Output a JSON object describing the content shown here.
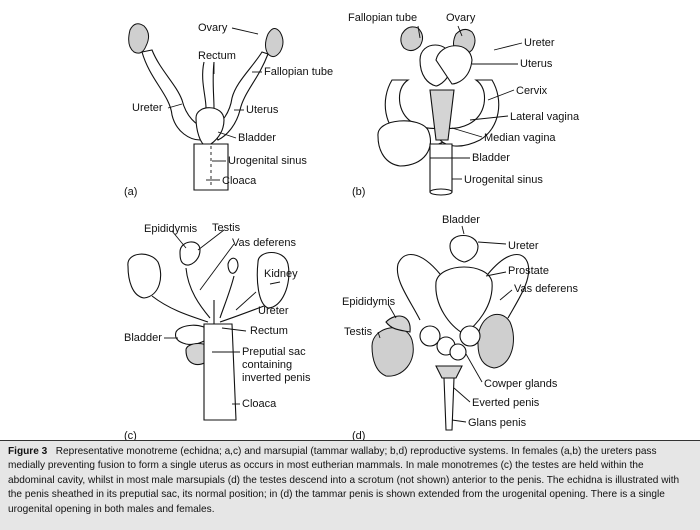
{
  "panels": {
    "a": {
      "tag": "(a)",
      "labels": {
        "ovary": "Ovary",
        "rectum": "Rectum",
        "fallopian_tube": "Fallopian tube",
        "ureter": "Ureter",
        "uterus": "Uterus",
        "bladder": "Bladder",
        "urogenital_sinus": "Urogenital sinus",
        "cloaca": "Cloaca"
      }
    },
    "b": {
      "tag": "(b)",
      "labels": {
        "fallopian_tube": "Fallopian tube",
        "ovary": "Ovary",
        "ureter": "Ureter",
        "uterus": "Uterus",
        "cervix": "Cervix",
        "lateral_vagina": "Lateral vagina",
        "median_vagina": "Median vagina",
        "bladder": "Bladder",
        "urogenital_sinus": "Urogenital sinus"
      }
    },
    "c": {
      "tag": "(c)",
      "labels": {
        "epididymis": "Epididymis",
        "testis": "Testis",
        "vas_deferens": "Vas deferens",
        "kidney": "Kidney",
        "ureter": "Ureter",
        "rectum": "Rectum",
        "bladder": "Bladder",
        "preputial_line1": "Preputial sac",
        "preputial_line2": "containing",
        "preputial_line3": "inverted penis",
        "cloaca": "Cloaca"
      }
    },
    "d": {
      "tag": "(d)",
      "labels": {
        "bladder": "Bladder",
        "ureter": "Ureter",
        "prostate": "Prostate",
        "vas_deferens": "Vas deferens",
        "epididymis": "Epididymis",
        "testis": "Testis",
        "cowper_glands": "Cowper glands",
        "everted_penis": "Everted penis",
        "glans_penis": "Glans penis"
      }
    }
  },
  "caption": {
    "label": "Figure 3",
    "text": "Representative monotreme (echidna; a,c) and marsupial (tammar wallaby; b,d) reproductive systems. In females (a,b) the ureters pass medially preventing fusion to form a single uterus as occurs in most eutherian mammals. In male monotremes (c) the testes are held within the abdominal cavity, whilst in most male marsupials (d) the testes descend into a scrotum (not shown) anterior to the penis. The echidna is illustrated with the penis sheathed in its preputial sac, its normal position; in (d) the tammar penis is shown extended from the urogenital opening. There is a single urogenital opening in both males and females."
  }
}
